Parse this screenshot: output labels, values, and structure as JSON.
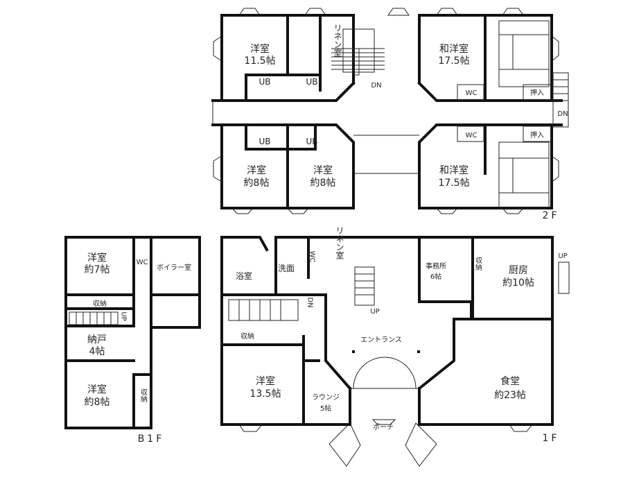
{
  "floors": {
    "f2": {
      "label": "2F",
      "rooms": {
        "western_11": {
          "name": "洋室",
          "size": "11.5帖"
        },
        "linen": {
          "name": "リネン室"
        },
        "stairs_dn": "DN",
        "jw_top": {
          "name": "和洋室",
          "size": "17.5帖"
        },
        "closet_top": "押入",
        "wc_top": "WC",
        "ub1": "UB",
        "ub2": "UB",
        "ub3": "UB",
        "ub4": "UB",
        "western_8a": {
          "name": "洋室",
          "size": "約8帖"
        },
        "western_8b": {
          "name": "洋室",
          "size": "約8帖"
        },
        "jw_bottom": {
          "name": "和洋室",
          "size": "17.5帖"
        },
        "closet_bottom": "押入",
        "wc_bottom": "WC",
        "side_stairs_dn": "DN"
      }
    },
    "f1": {
      "label": "1F",
      "rooms": {
        "bath": "浴室",
        "washroom": "洗面",
        "wc": "WC",
        "linen": "リネン室",
        "office": {
          "name": "事務所",
          "size": "6帖"
        },
        "storage_kitchen": "収納",
        "kitchen": {
          "name": "厨房",
          "size": "約10帖"
        },
        "ext_stairs_up": "UP",
        "stairs_dn": "DN",
        "stairs_up": "UP",
        "storage": "収納",
        "entrance": "エントランス",
        "western": {
          "name": "洋室",
          "size": "13.5帖"
        },
        "lounge": {
          "name": "ラウンジ",
          "size": "5帖"
        },
        "dining": {
          "name": "食堂",
          "size": "約23帖"
        },
        "porch": "ポーチ"
      }
    },
    "b1": {
      "label": "B1F",
      "rooms": {
        "western_7": {
          "name": "洋室",
          "size": "約7帖"
        },
        "wc": "WC",
        "boiler": "ボイラー室",
        "storage": "収納",
        "stairs_up": "UP",
        "closet": {
          "name": "納戸",
          "size": "4帖"
        },
        "western_8": {
          "name": "洋室",
          "size": "約8帖"
        },
        "storage2": "収納"
      }
    }
  }
}
